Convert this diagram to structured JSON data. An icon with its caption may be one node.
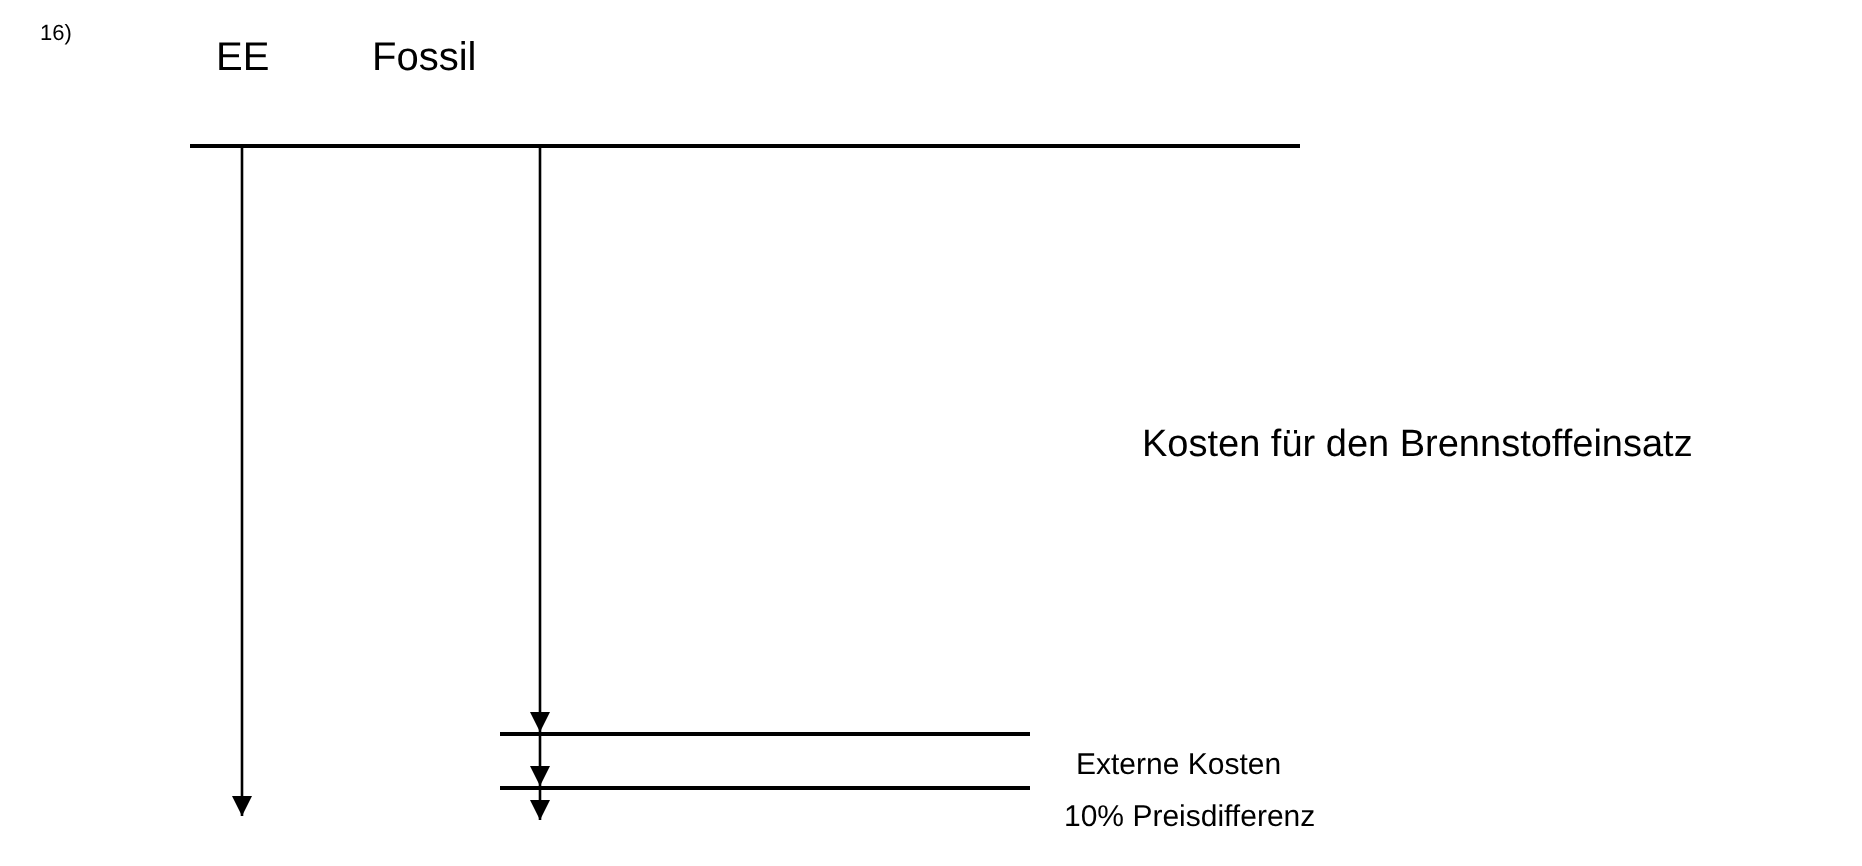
{
  "diagram": {
    "nodes": [
      {
        "text": [],
        "shape": "bar"
      },
      {
        "text": [],
        "shape": "bar"
      },
      {
        "text": [],
        "shape": "bar"
      }
    ],
    "edges": [
      {
        "from": 0,
        "to": null,
        "arrow": "to"
      },
      {
        "from": 0,
        "to": 1,
        "arrow": "to"
      },
      {
        "from": 1,
        "to": 2,
        "arrow": "to"
      },
      {
        "from": 2,
        "to": null,
        "arrow": "to"
      }
    ],
    "labels": [
      "16)",
      "EE",
      "Fossil",
      "Kosten für den Brennstoffeinsatz",
      "Externe Kosten",
      "10% Preisdifferenz"
    ]
  }
}
